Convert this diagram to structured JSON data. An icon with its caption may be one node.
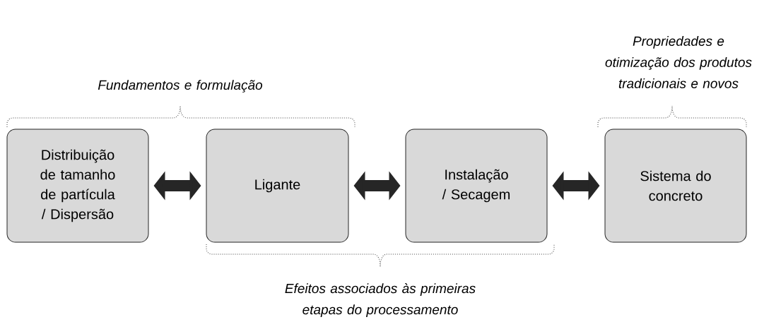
{
  "diagram": {
    "nodes": [
      {
        "text": [
          "Distribuição de tamanho de partícula / Dispersão"
        ]
      },
      {
        "text": [
          "Ligante"
        ]
      },
      {
        "text": [
          "Instalação / Secagem"
        ]
      },
      {
        "text": [
          "Sistema do concreto"
        ]
      }
    ],
    "edges": [
      {
        "from": 0,
        "to": 1,
        "arrow": "both"
      },
      {
        "from": 1,
        "to": 2,
        "arrow": "both"
      },
      {
        "from": 2,
        "to": 3,
        "arrow": "both"
      }
    ],
    "labels": [
      "Fundamentos e formulação",
      "Propriedades e otimização dos produtos tradicionais e novos",
      "Efeitos associados às primeiras etapas do processamento"
    ]
  }
}
